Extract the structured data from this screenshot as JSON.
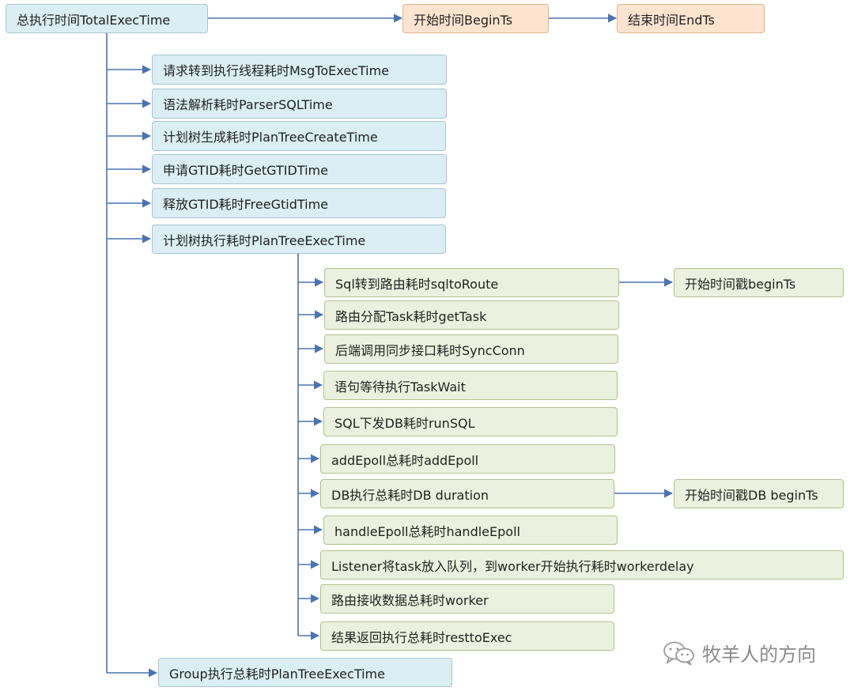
{
  "diagram": {
    "root": "总执行时间TotalExecTime",
    "begin_ts": "开始时间BeginTs",
    "end_ts": "结束时间EndTs",
    "level1": [
      "请求转到执行线程耗时MsgToExecTime",
      "语法解析耗时ParserSQLTime",
      "计划树生成耗时PlanTreeCreateTime",
      "申请GTID耗时GetGTIDTime",
      "释放GTID耗时FreeGtidTime",
      "计划树执行耗时PlanTreeExecTime"
    ],
    "level2": [
      "Sql转到路由耗时sqltoRoute",
      "路由分配Task耗时getTask",
      "后端调用同步接口耗时SyncConn",
      "语句等待执行TaskWait",
      "SQL下发DB耗时runSQL",
      "addEpoll总耗时addEpoll",
      "DB执行总耗时DB duration",
      "handleEpoll总耗时handleEpoll",
      "Listener将task放入队列，到worker开始执行耗时workerdelay",
      "路由接收数据总耗时worker",
      "结果返回执行总耗时resttoExec"
    ],
    "side_begin_ts": "开始时间戳beginTs",
    "side_db_begin_ts": "开始时间戳DB beginTs",
    "group": "Group执行总耗时PlanTreeExecTime"
  },
  "watermark": {
    "icon": "wechat-icon",
    "text": "牧羊人的方向"
  },
  "colors": {
    "blue_box": "#daeef3",
    "green_box": "#ebf1de",
    "peach_box": "#fce4d0",
    "connector": "#4a73b3",
    "watermark": "#8a8a8a"
  }
}
